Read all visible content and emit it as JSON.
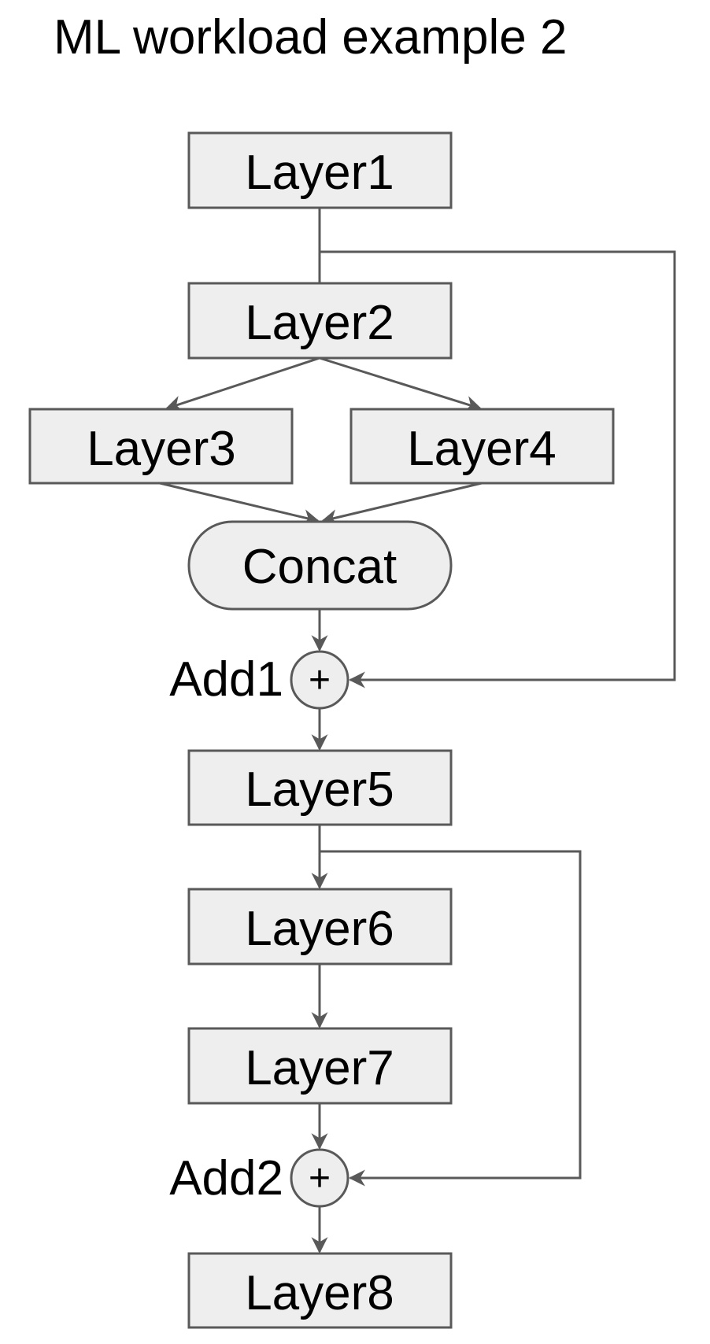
{
  "title": "ML workload example 2",
  "colors": {
    "node_fill": "#eeeeee",
    "node_stroke": "#595959",
    "text": "#000000"
  },
  "nodes": {
    "layer1": "Layer1",
    "layer2": "Layer2",
    "layer3": "Layer3",
    "layer4": "Layer4",
    "concat": "Concat",
    "add1_label": "Add1",
    "add1_symbol": "+",
    "layer5": "Layer5",
    "layer6": "Layer6",
    "layer7": "Layer7",
    "add2_label": "Add2",
    "add2_symbol": "+",
    "layer8": "Layer8"
  },
  "edges": [
    {
      "from": "Layer1",
      "to": "Layer2"
    },
    {
      "from": "Layer1",
      "to": "Add1"
    },
    {
      "from": "Layer2",
      "to": "Layer3"
    },
    {
      "from": "Layer2",
      "to": "Layer4"
    },
    {
      "from": "Layer3",
      "to": "Concat"
    },
    {
      "from": "Layer4",
      "to": "Concat"
    },
    {
      "from": "Concat",
      "to": "Add1"
    },
    {
      "from": "Add1",
      "to": "Layer5"
    },
    {
      "from": "Layer5",
      "to": "Layer6"
    },
    {
      "from": "Layer5",
      "to": "Add2"
    },
    {
      "from": "Layer6",
      "to": "Layer7"
    },
    {
      "from": "Layer7",
      "to": "Add2"
    },
    {
      "from": "Add2",
      "to": "Layer8"
    }
  ]
}
